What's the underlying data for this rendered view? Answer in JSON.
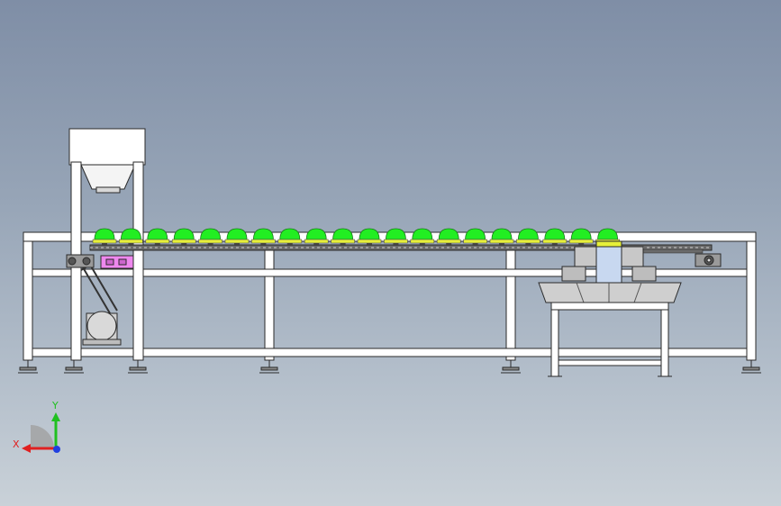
{
  "viewport": {
    "background_top": "#7f8ea6",
    "background_bottom": "#c9d1d8"
  },
  "model": {
    "frame_color": "#ffffff",
    "outline_color": "#2a2a2a",
    "product_color": "#22ee22",
    "tray_color": "#e6f03a",
    "chain_color": "#555555",
    "bracket_color": "#ee88ee",
    "product_count": 20
  },
  "triad": {
    "x_label": "X",
    "y_label": "Y",
    "x_color": "#e02020",
    "y_color": "#20c020",
    "z_color": "#2040e0"
  }
}
